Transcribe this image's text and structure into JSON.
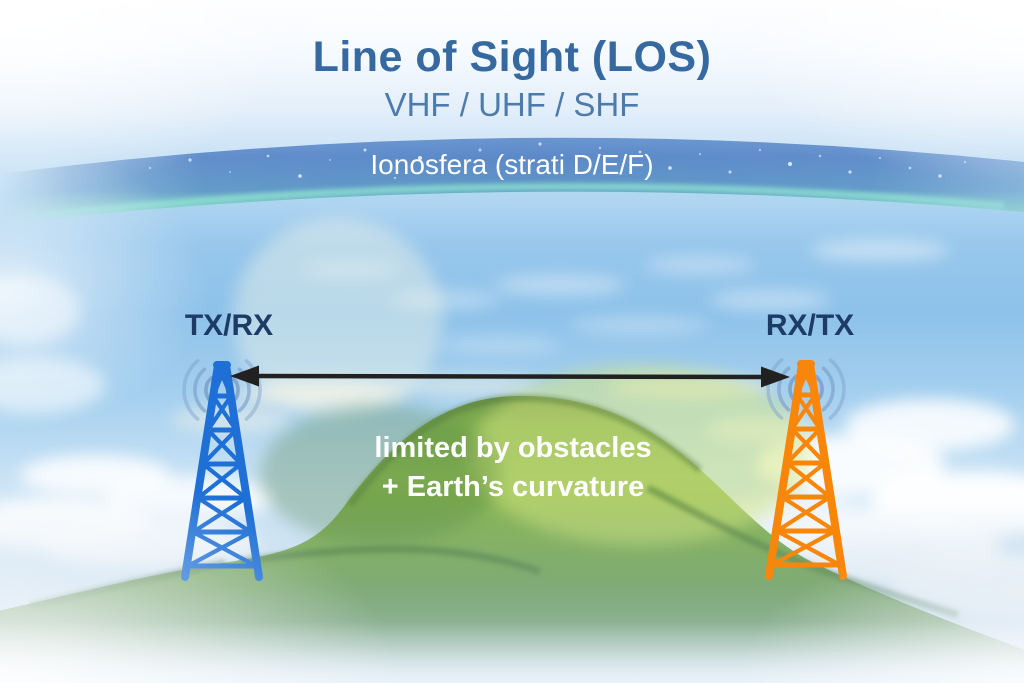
{
  "header": {
    "title": "Line of Sight (LOS)",
    "subtitle": "VHF / UHF / SHF"
  },
  "ionosphere": {
    "label": "Ionosfera (strati D/E/F)"
  },
  "towers": {
    "left": {
      "label": "TX/RX",
      "color": "#1e6fd6"
    },
    "right": {
      "label": "RX/TX",
      "color": "#f8860b"
    }
  },
  "los_link": {
    "annotation_line1": "limited by obstacles",
    "annotation_line2": "+ Earth’s curvature",
    "arrow_color": "#212121"
  },
  "colors": {
    "title_blue": "#35699f",
    "subtitle_blue": "#4c7cad",
    "label_navy": "#1c3c66",
    "ionosphere_band_blue": "#5b89c8",
    "ionosphere_glow_teal": "#8fe8d0",
    "hill_green": "#84b254",
    "signal_wave_blue": "#7d9ec9",
    "annotation_white": "#ffffff"
  }
}
